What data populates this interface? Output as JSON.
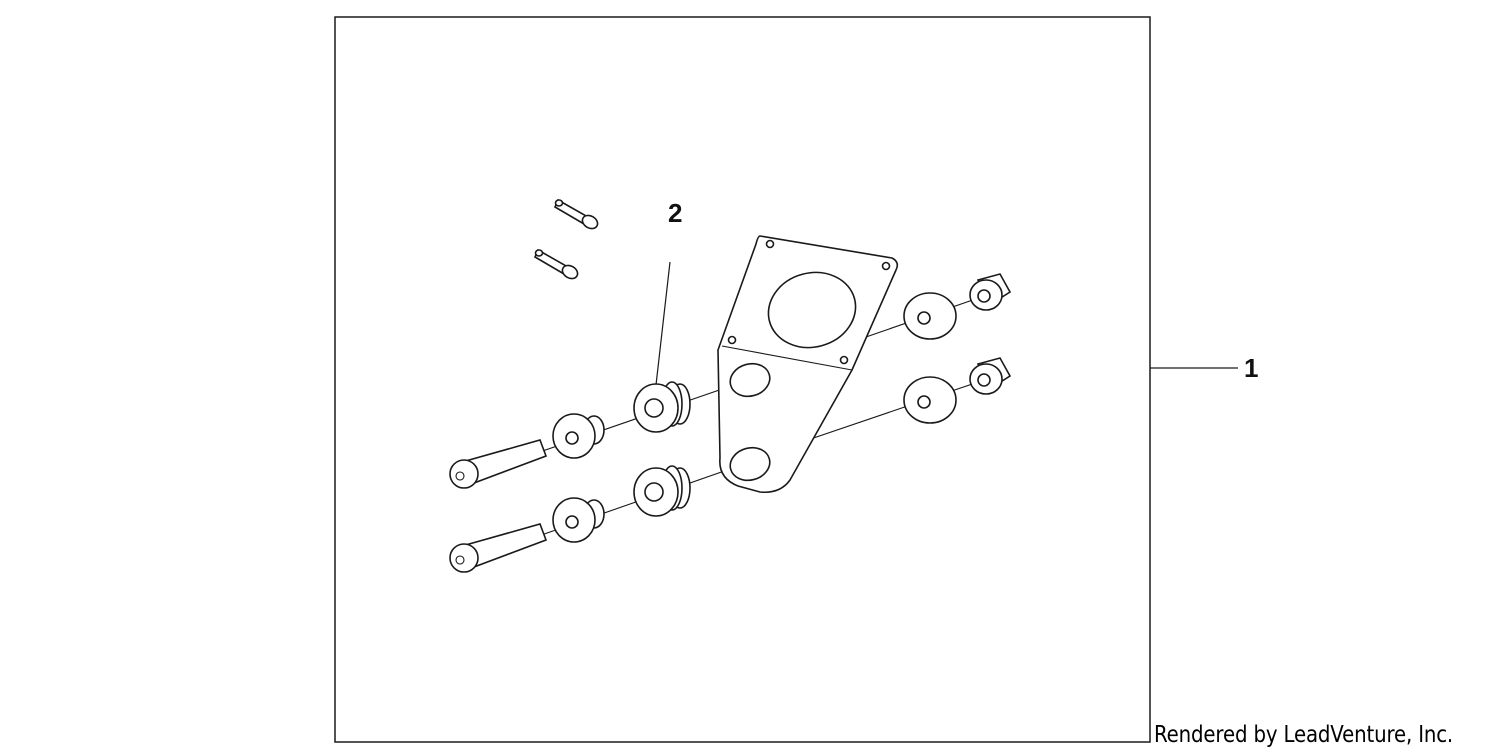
{
  "callouts": [
    {
      "id": "1",
      "label": "1"
    },
    {
      "id": "2",
      "label": "2"
    }
  ],
  "credit": "Rendered by LeadVenture, Inc.",
  "colors": {
    "line": "#1a1a1a",
    "background": "#ffffff"
  }
}
